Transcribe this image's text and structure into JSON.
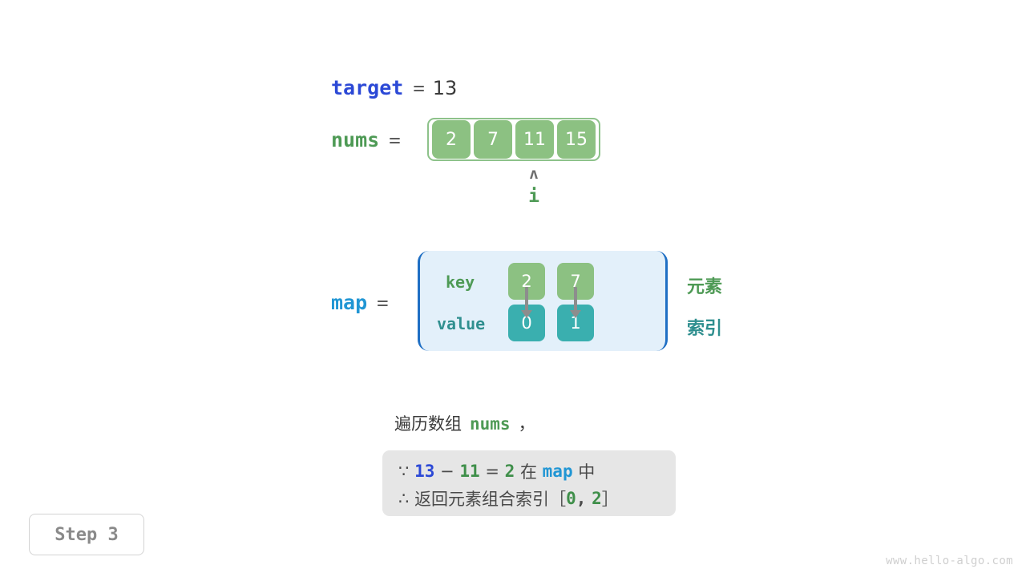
{
  "target": {
    "name": "target",
    "equals": "=",
    "value": "13"
  },
  "nums": {
    "name": "nums",
    "equals": "=",
    "cells": [
      "2",
      "7",
      "11",
      "15"
    ],
    "pointer": {
      "caret": "ʌ",
      "label": "i",
      "index": 2
    }
  },
  "map": {
    "name": "map",
    "equals": "=",
    "key_label": "key",
    "value_label": "value",
    "entries": [
      {
        "key": "2",
        "value": "0"
      },
      {
        "key": "7",
        "value": "1"
      }
    ],
    "side_labels": {
      "key_side": "元素",
      "value_side": "索引"
    }
  },
  "caption": {
    "prefix": "遍历数组",
    "code": "nums",
    "suffix": "，"
  },
  "note": {
    "line1": {
      "symbol": "∵",
      "a": "13",
      "minus": "−",
      "b": "11",
      "eq": "=",
      "c": "2",
      "zai": "在",
      "map": "map",
      "zhong": "中"
    },
    "line2": {
      "symbol": "∴",
      "text": "返回元素组合索引",
      "bracket_open": "［",
      "i0": "0",
      "comma": ",",
      "i1": "2",
      "bracket_close": "］"
    }
  },
  "step_badge": "Step 3",
  "watermark": "www.hello-algo.com",
  "colors": {
    "var_blue": "#2c49d6",
    "var_green": "#4e9a55",
    "var_cyan": "#2196d4",
    "cell_green": "#8cc182",
    "cell_teal": "#3aafaf",
    "map_bg": "#e3f0fa",
    "map_border": "#1f6fc4",
    "note_bg": "#e6e6e6",
    "arrow_gray": "#8d8d8d"
  }
}
